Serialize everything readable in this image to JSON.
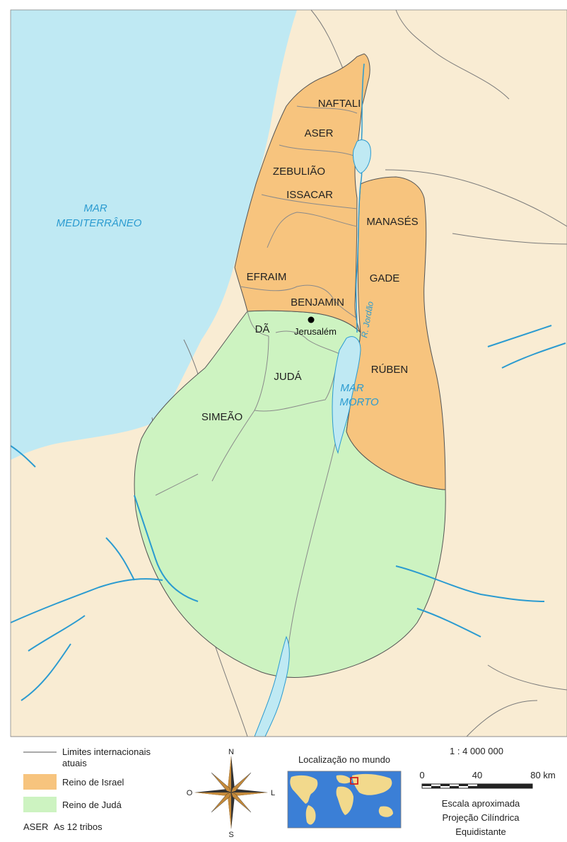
{
  "map": {
    "sea_label_1": "MAR",
    "sea_label_2": "MEDITERRÂNEO",
    "dead_sea_label_1": "MAR",
    "dead_sea_label_2": "MORTO",
    "river_label": "R. Jordão",
    "city": "Jerusalém",
    "tribes": {
      "naftali": "NAFTALI",
      "aser": "ASER",
      "zebuliao": "ZEBULIÃO",
      "issacar": "ISSACAR",
      "manases": "MANASÉS",
      "efraim": "EFRAIM",
      "gade": "GADE",
      "benjamin": "BENJAMIN",
      "da": "DÃ",
      "juda": "JUDÁ",
      "ruben": "RÚBEN",
      "simeao": "SIMEÃO"
    },
    "colors": {
      "sea": "#bfe9f3",
      "land": "#f9ecd3",
      "israel": "#f7c47e",
      "juda": "#cdf3c1",
      "water": "#2b9bd0"
    }
  },
  "legend": {
    "borders_label_1": "Limites internacionais",
    "borders_label_2": "atuais",
    "israel_label": "Reino de Israel",
    "juda_label": "Reino de Judá",
    "tribe_sample": "ASER",
    "tribes_label": "As 12 tribos",
    "compass": {
      "n": "N",
      "s": "S",
      "w": "O",
      "e": "L"
    },
    "location_title": "Localização no mundo",
    "scale_ratio": "1 : 4 000 000",
    "scale_ticks": [
      "0",
      "40",
      "80 km"
    ],
    "scale_caption": "Escala aproximada",
    "projection_1": "Projeção Cilíndrica",
    "projection_2": "Equidistante"
  }
}
